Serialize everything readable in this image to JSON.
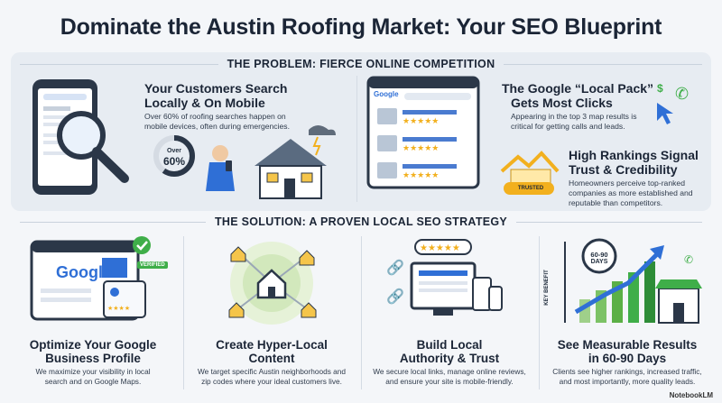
{
  "title": "Dominate the Austin Roofing Market: Your SEO Blueprint",
  "problem": {
    "label": "THE PROBLEM: FIERCE ONLINE COMPETITION",
    "mobile": {
      "heading_1": "Your Customers Search",
      "heading_2": "Locally & On Mobile",
      "body_1": "Over 60% of roofing searches happen on",
      "body_2": "mobile devices, often during emergencies.",
      "stat_top": "Over",
      "stat_value": "60%"
    },
    "local_pack": {
      "heading_1": "The Google “Local Pack”",
      "heading_2": "Gets Most Clicks",
      "body_1": "Appearing in the top 3 map results is",
      "body_2": "critical for getting calls and leads.",
      "google": "Google"
    },
    "rankings": {
      "heading_1": "High Rankings Signal",
      "heading_2": "Trust & Credibility",
      "body_1": "Homeowners perceive top-ranked",
      "body_2": "companies as more established and",
      "body_3": "reputable than competitors.",
      "badge": "TRUSTED"
    }
  },
  "solution": {
    "label": "THE SOLUTION: A PROVEN LOCAL SEO STRATEGY",
    "columns": [
      {
        "title_1": "Optimize Your Google",
        "title_2": "Business Profile",
        "body_1": "We maximize your visibility in local",
        "body_2": "search and on Google Maps.",
        "logo": "Google",
        "badge": "VERIFIED"
      },
      {
        "title_1": "Create Hyper-Local",
        "title_2": "Content",
        "body_1": "We target specific Austin neighborhoods and",
        "body_2": "zip codes where your ideal customers live."
      },
      {
        "title_1": "Build Local",
        "title_2": "Authority & Trust",
        "body_1": "We secure local links, manage online reviews,",
        "body_2": "and ensure your site is mobile-friendly."
      },
      {
        "title_1": "See Measurable Results",
        "title_2": "in 60-90 Days",
        "body_1": "Clients see higher rankings, increased traffic,",
        "body_2": "and most importantly, more quality leads.",
        "clock_1": "60-90",
        "clock_2": "DAYS",
        "axis": "KEY BENEFIT"
      }
    ]
  },
  "footer": "NotebookLM",
  "colors": {
    "accent_blue": "#2f6fd6",
    "accent_green": "#3fae49",
    "star": "#f2b01e",
    "dark": "#1b2536"
  }
}
